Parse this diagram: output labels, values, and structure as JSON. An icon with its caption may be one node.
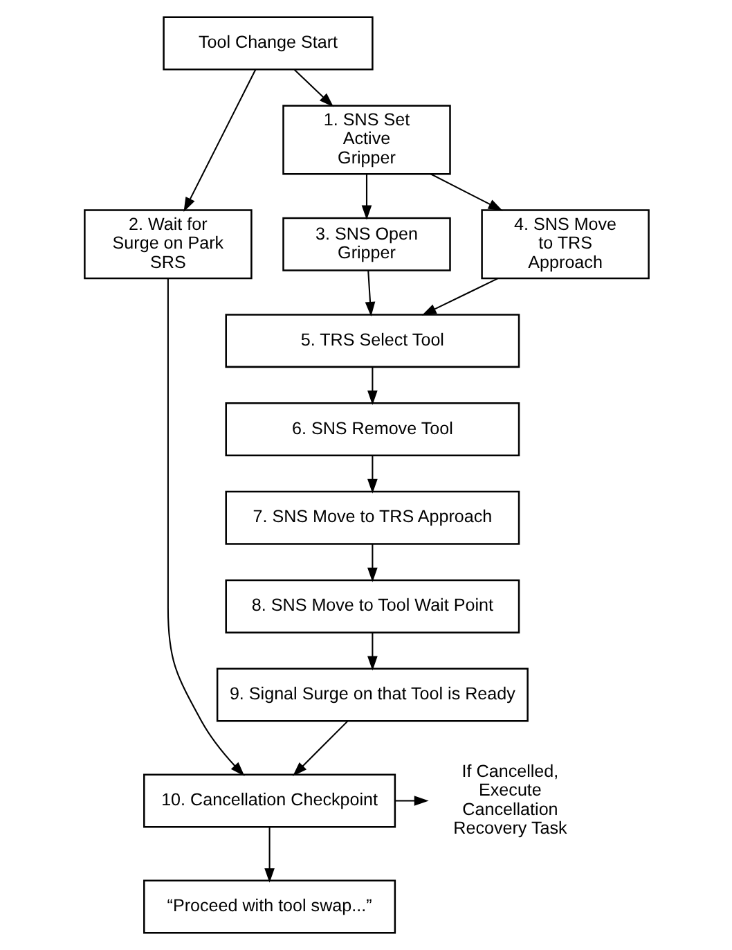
{
  "diagram": {
    "nodes": [
      {
        "text": [
          "Tool Change Start"
        ]
      },
      {
        "text": [
          "1. SNS Set Active Gripper"
        ]
      },
      {
        "text": [
          "2. Wait for Surge on Park SRS"
        ]
      },
      {
        "text": [
          "3. SNS Open Gripper"
        ]
      },
      {
        "text": [
          "4. SNS Move to TRS Approach"
        ]
      },
      {
        "text": [
          "5. TRS Select Tool"
        ]
      },
      {
        "text": [
          "6. SNS Remove Tool"
        ]
      },
      {
        "text": [
          "7. SNS Move to TRS Approach"
        ]
      },
      {
        "text": [
          "8. SNS Move to Tool Wait Point"
        ]
      },
      {
        "text": [
          "9. Signal Surge on that Tool is Ready"
        ]
      },
      {
        "text": [
          "10. Cancellation Checkpoint"
        ]
      },
      {
        "text": [
          "If Cancelled, Execute Cancellation Recovery Task"
        ]
      },
      {
        "text": [
          "“Proceed with tool swap...”"
        ]
      }
    ],
    "edges": [
      {
        "from": 0,
        "to": 2,
        "arrow": "to"
      },
      {
        "from": 0,
        "to": 1,
        "arrow": "to"
      },
      {
        "from": 1,
        "to": 3,
        "arrow": "to"
      },
      {
        "from": 1,
        "to": 4,
        "arrow": "to"
      },
      {
        "from": 3,
        "to": 5,
        "arrow": "to"
      },
      {
        "from": 4,
        "to": 5,
        "arrow": "to"
      },
      {
        "from": 5,
        "to": 6,
        "arrow": "to"
      },
      {
        "from": 6,
        "to": 7,
        "arrow": "to"
      },
      {
        "from": 7,
        "to": 8,
        "arrow": "to"
      },
      {
        "from": 8,
        "to": 9,
        "arrow": "to"
      },
      {
        "from": 9,
        "to": 10,
        "arrow": "to"
      },
      {
        "from": 2,
        "to": 10,
        "arrow": "to"
      },
      {
        "from": 10,
        "to": 11,
        "arrow": "to"
      },
      {
        "from": 10,
        "to": 12,
        "arrow": "to"
      }
    ]
  }
}
